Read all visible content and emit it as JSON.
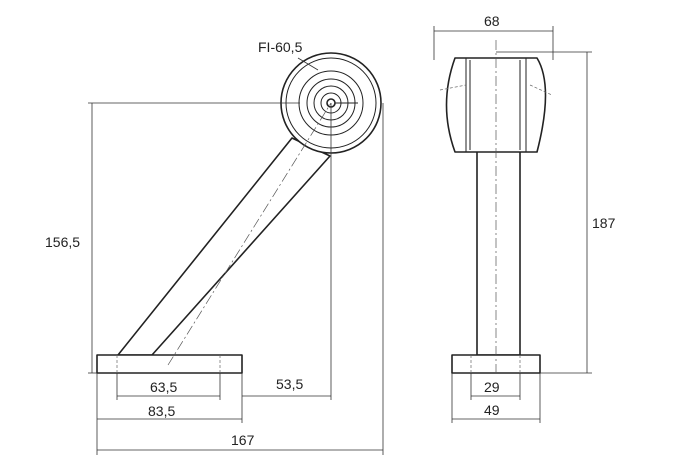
{
  "dimensions": {
    "diameter": "FI-60,5",
    "height_side": "156,5",
    "base_inner_side": "63,5",
    "base_outer_side": "83,5",
    "offset_side": "53,5",
    "total_length": "167",
    "width_front": "68",
    "height_front": "187",
    "base_inner_front": "29",
    "base_outer_front": "49"
  }
}
